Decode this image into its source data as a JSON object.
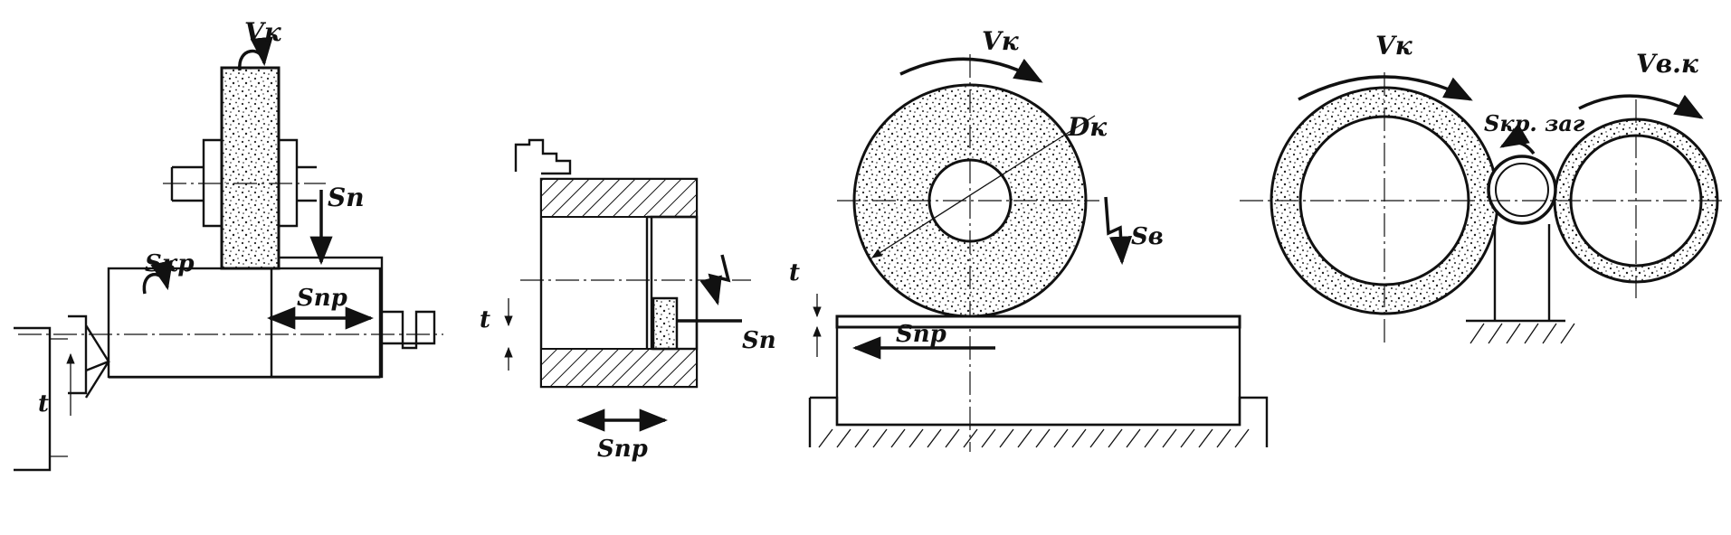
{
  "labels": {
    "fig_a": {
      "vk": "Vк",
      "sp": "Sп",
      "skr": "Sкр",
      "spr": "Sпр",
      "t": "t"
    },
    "fig_b": {
      "t": "t",
      "sp": "Sп",
      "spr": "Sпр"
    },
    "fig_c": {
      "vk": "Vк",
      "dk": "Dк",
      "sv": "Sв",
      "spr": "Sпр",
      "t": "t"
    },
    "fig_d": {
      "vk": "Vк",
      "vvk": "Vв.к",
      "skr_zag": "Sкр. заг"
    }
  },
  "colors": {
    "ink": "#111111",
    "paper": "#ffffff"
  }
}
